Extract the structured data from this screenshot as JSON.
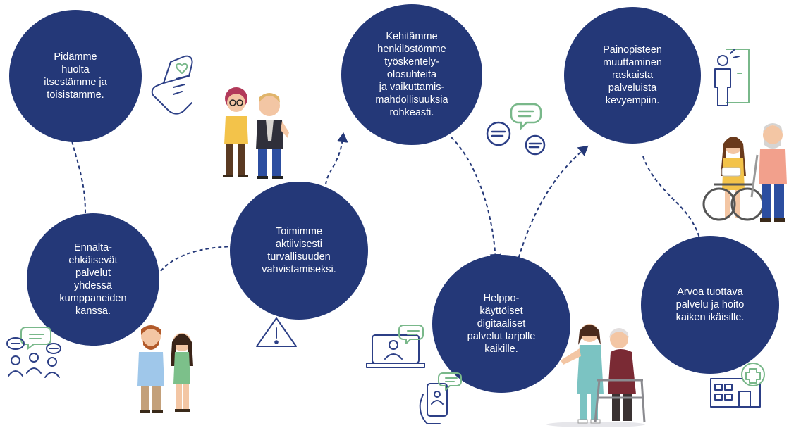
{
  "colors": {
    "circle": "#243878",
    "arrow": "#243878",
    "icon_navy": "#2c3f86",
    "icon_green": "#79b88a",
    "skin": "#f3c6a4"
  },
  "steps": [
    {
      "text": "Pidämme\nhuolta\nitsestämme ja\ntoisistamme."
    },
    {
      "text": "Ennalta-\nehkäisevät\npalvelut\nyhdessä\nkumppaneiden\nkanssa."
    },
    {
      "text": "Toimimme\naktiivisesti\nturvallisuuden\nvahvistamiseksi."
    },
    {
      "text": "Kehitämme\nhenkilöstömme\ntyöskentely-\nolosuhteita\nja  vaikuttamis-\nmahdollisuuksia\nrohkeasti."
    },
    {
      "text": "Helppo-\nkäyttöiset\ndigitaaliset\npalvelut  tarjolle\nkaikille."
    },
    {
      "text": "Painopisteen\nmuuttaminen\nraskaista\npalveluista\nkevyempiin."
    },
    {
      "text": "Arvoa tuottava\npalvelu ja hoito\nkaiken ikäisille."
    }
  ],
  "icons": [
    "hand-heart-icon",
    "chat-group-icon",
    "warning-icon",
    "chat-bubbles-icon",
    "laptop-chat-icon",
    "phone-chat-icon",
    "person-door-icon",
    "hospital-icon"
  ]
}
